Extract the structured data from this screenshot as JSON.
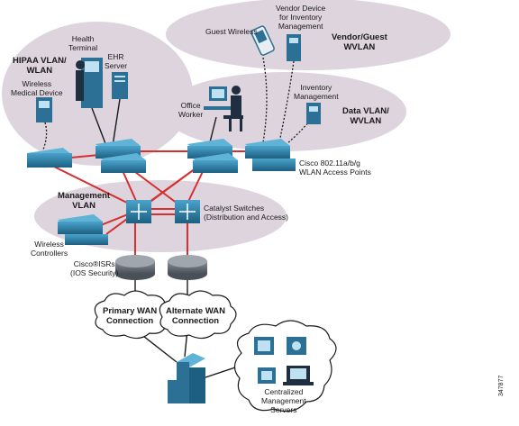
{
  "labels": {
    "hipaa_vlan": "HIPAA VLAN/\nWLAN",
    "wireless_medical": "Wireless\nMedical Device",
    "health_terminal": "Health\nTerminal",
    "ehr_server": "EHR\nServer",
    "guest_wireless": "Guest Wireless",
    "vendor_device": "Vendor Device\nfor Inventory\nManagement",
    "vendor_guest_wvlan": "Vendor/Guest\nWVLAN",
    "office_worker": "Office\nWorker",
    "inventory_mgmt": "Inventory\nManagement",
    "data_vlan": "Data VLAN/\nWVLAN",
    "access_points": "Cisco 802.11a/b/g\nWLAN Access Points",
    "management_vlan": "Management\nVLAN",
    "catalyst_switches": "Catalyst Switches\n(Distribution and Access)",
    "wireless_controllers": "Wireless\nControllers",
    "cisco_isrs": "Cisco®ISRs\n(IOS Security)",
    "primary_wan": "Primary WAN\nConnection",
    "alternate_wan": "Alternate WAN\nConnection",
    "central_mgmt": "Centralized\nManagement\nServers",
    "figure_id": "347877"
  },
  "colors": {
    "vlan_zone": "#ddd4de",
    "switch_blue": "#2e7fa6",
    "red_link": "#d62f2f",
    "black_link": "#1a1a1a",
    "router_gray": "#6a7078",
    "server_blue": "#2d7096"
  }
}
